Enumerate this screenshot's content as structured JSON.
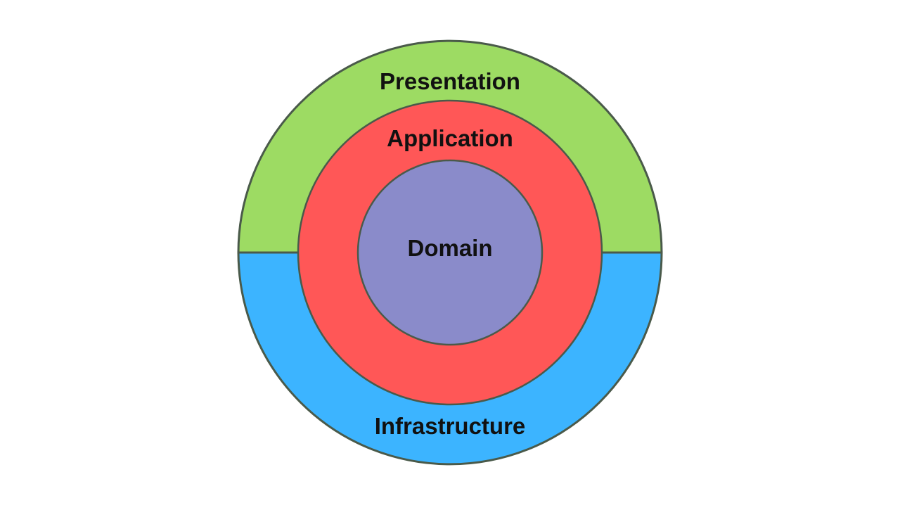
{
  "diagram": {
    "layers": {
      "presentation": {
        "label": "Presentation",
        "color": "#9ddb63"
      },
      "infrastructure": {
        "label": "Infrastructure",
        "color": "#3cb4ff"
      },
      "application": {
        "label": "Application",
        "color": "#ff5757"
      },
      "domain": {
        "label": "Domain",
        "color": "#8a8bca"
      }
    },
    "outline_color": "#4a5a4a"
  }
}
